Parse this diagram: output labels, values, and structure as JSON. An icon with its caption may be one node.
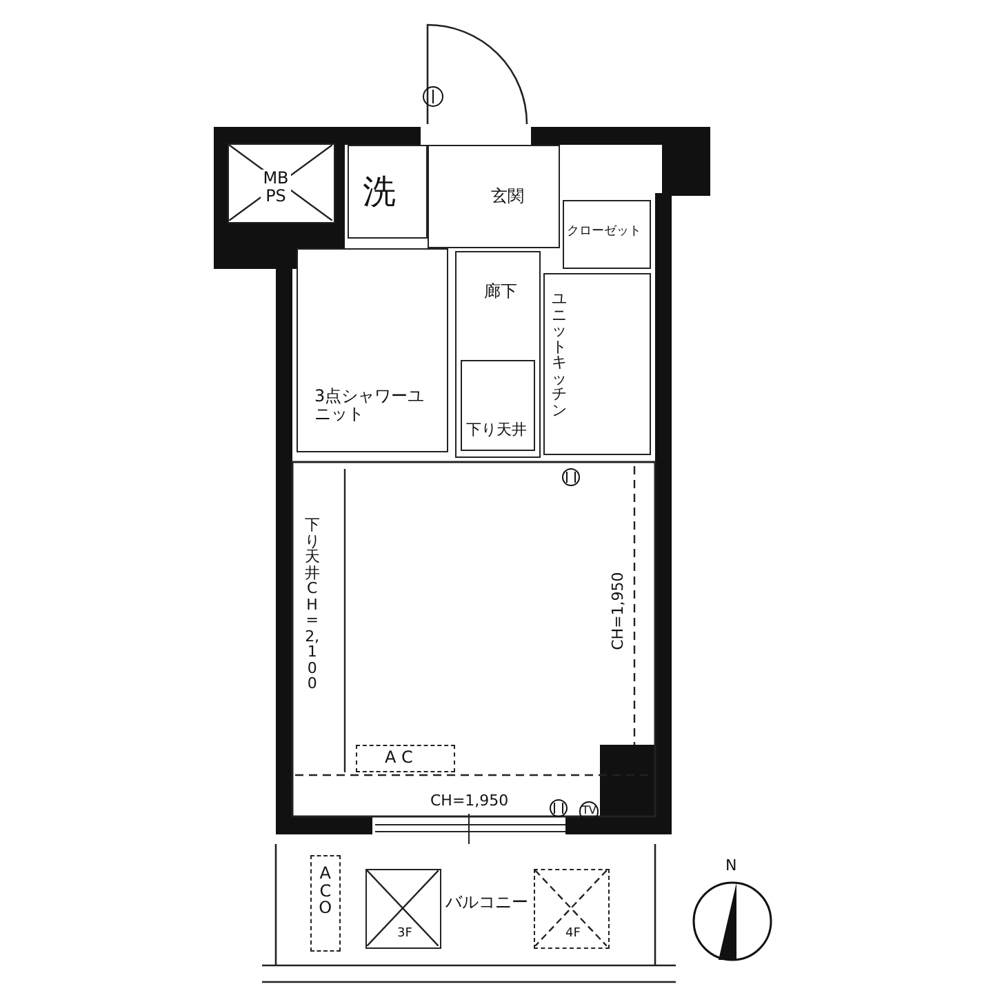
{
  "diagram": {
    "nodes": [
      {
        "text": [
          "MB PS"
        ]
      },
      {
        "text": [
          "洗"
        ]
      },
      {
        "text": [
          "玄関"
        ]
      },
      {
        "text": [
          "クローゼット"
        ]
      },
      {
        "text": [
          "廊下"
        ]
      },
      {
        "text": [
          "ユニットキッチン"
        ]
      },
      {
        "text": [
          "3点シャワーユニット"
        ]
      },
      {
        "text": [
          "下り天井"
        ],
        "in": 4
      },
      {
        "text": [
          "A C"
        ]
      },
      {
        "text": [
          "バルコニー"
        ]
      },
      {
        "text": [
          "ACO"
        ],
        "in": 9
      },
      {
        "text": [
          "3F"
        ],
        "in": 9
      },
      {
        "text": [
          "4F"
        ],
        "in": 9
      }
    ],
    "labels": [
      "下り天井 CH=2,100",
      "CH=1,950",
      "CH=1,950",
      "TV",
      "N"
    ]
  }
}
